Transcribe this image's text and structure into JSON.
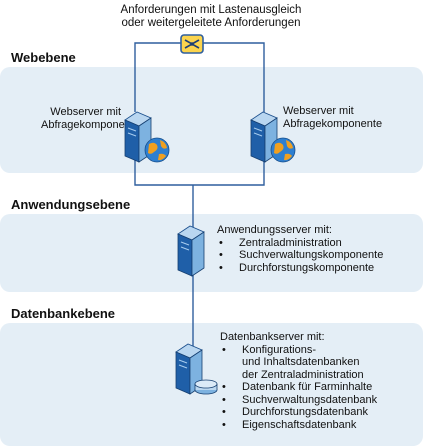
{
  "load_balancer": {
    "caption": "Anforderungen mit Lastenausgleich\noder weitergeleitete Anforderungen",
    "icon": "load-balancer-icon"
  },
  "tiers": {
    "web": {
      "title": "Webebene",
      "servers": [
        {
          "caption": "Webserver mit\nAbfragekomponente",
          "icon": "web-server-icon"
        },
        {
          "caption": "Webserver mit\nAbfragekomponente",
          "icon": "web-server-icon"
        }
      ]
    },
    "application": {
      "title": "Anwendungsebene",
      "server": {
        "heading": "Anwendungsserver mit:",
        "items": [
          "Zentraladministration",
          "Suchverwaltungskomponente",
          "Durchforstungskomponente"
        ],
        "icon": "application-server-icon"
      }
    },
    "database": {
      "title": "Datenbankebene",
      "server": {
        "heading": "Datenbankserver mit:",
        "items": [
          "Konfigurations-\nund Inhaltsdatenbanken\nder Zentraladministration",
          "Datenbank für Farminhalte",
          "Suchverwaltungsdatenbank",
          "Durchforstungsdatenbank",
          "Eigenschaftsdatenbank"
        ],
        "icon": "database-server-icon"
      }
    }
  },
  "colors": {
    "band": "#e4eef6",
    "connector": "#2f5f9e",
    "server_front": "#1f5fa8",
    "server_side": "#7db2e0",
    "globe": "#f0a020"
  }
}
